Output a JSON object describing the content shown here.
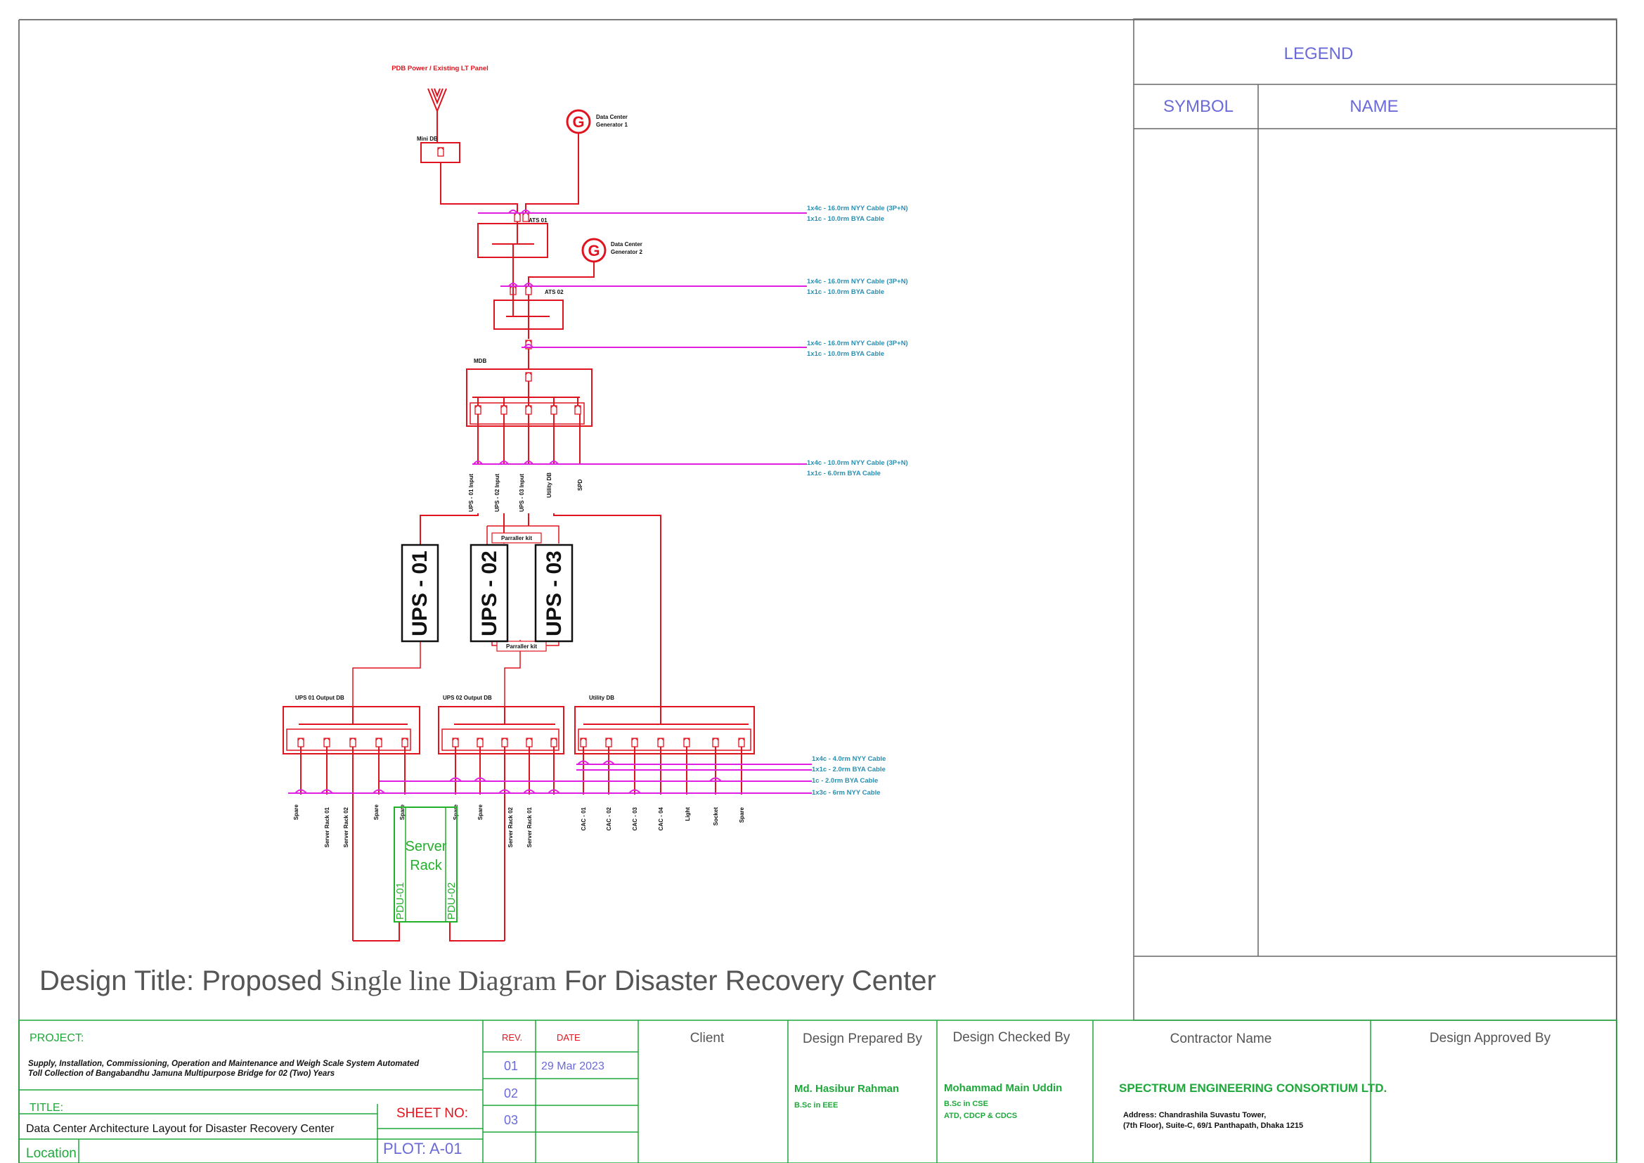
{
  "source": {
    "label": "PDB Power / Existing LT Panel",
    "mini_db": "Mini DB"
  },
  "generators": [
    {
      "symbol": "G",
      "line1": "Data Center",
      "line2": "Generator 1"
    },
    {
      "symbol": "G",
      "line1": "Data Center",
      "line2": "Generator 2"
    }
  ],
  "ats": [
    "ATS 01",
    "ATS 02"
  ],
  "mdb": {
    "label": "MDB",
    "outgoings": [
      "UPS - 01 Input",
      "UPS - 02 Input",
      "UPS - 03 Input",
      "Utility DB",
      "SPD"
    ]
  },
  "cable_notes": [
    {
      "line1": "1x4c - 16.0rm NYY Cable (3P+N)",
      "line2": "1x1c - 10.0rm BYA Cable"
    },
    {
      "line1": "1x4c - 16.0rm NYY Cable (3P+N)",
      "line2": "1x1c - 10.0rm BYA Cable"
    },
    {
      "line1": "1x4c - 16.0rm NYY Cable (3P+N)",
      "line2": "1x1c - 10.0rm BYA Cable"
    },
    {
      "line1": "1x4c - 10.0rm NYY Cable (3P+N)",
      "line2": "1x1c - 6.0rm BYA Cable"
    }
  ],
  "distribution_cables": [
    "1x4c - 4.0rm NYY Cable",
    "1x1c - 2.0rm BYA Cable",
    "1c - 2.0rm BYA Cable",
    "1x3c - 6rm NYY Cable"
  ],
  "ups_units": [
    "UPS - 01",
    "UPS - 02",
    "UPS - 03"
  ],
  "paralleler_kit": "Parraller kit",
  "output_dbs": [
    {
      "label": "UPS 01 Output DB",
      "circuits": [
        "Spare",
        "Server Rack 01",
        "Server Rack 02",
        "Spare",
        "Spare"
      ]
    },
    {
      "label": "UPS 02 Output DB",
      "circuits": [
        "Spare",
        "Spare",
        "Server Rack 02",
        "Server Rack 01"
      ]
    },
    {
      "label": "Utility DB",
      "circuits": [
        "CAC - 01",
        "CAC - 02",
        "CAC - 03",
        "CAC - 04",
        "Light",
        "Socket",
        "Spare"
      ]
    }
  ],
  "server_rack": {
    "line1": "Server",
    "line2": "Rack",
    "pdu1": "PDU-01",
    "pdu2": "PDU-02"
  },
  "legend": {
    "title": "LEGEND",
    "col_symbol": "SYMBOL",
    "col_name": "NAME"
  },
  "design_title": {
    "prefix": "Design Title: Proposed ",
    "serif_part": "Single line Diagram",
    "suffix": " For Disaster Recovery Center"
  },
  "title_block": {
    "project_label": "PROJECT:",
    "project_text_1": "Supply, Installation, Commissioning, Operation and Maintenance and Weigh Scale System Automated",
    "project_text_2": "Toll Collection of Bangabandhu Jamuna Multipurpose Bridge for 02 (Two) Years",
    "title_label": "TITLE:",
    "title_text": "Data Center Architecture Layout for Disaster Recovery Center",
    "location_label": "Location",
    "sheet_no_label": "SHEET NO:",
    "plot": "PLOT: A-01",
    "rev_label": "REV.",
    "date_label": "DATE",
    "revisions": [
      {
        "rev": "01",
        "date": "29 Mar 2023"
      },
      {
        "rev": "02",
        "date": ""
      },
      {
        "rev": "03",
        "date": ""
      }
    ],
    "client_label": "Client",
    "prepared_label": "Design Prepared By",
    "prepared_name": "Md. Hasibur Rahman",
    "prepared_qual": "B.Sc in EEE",
    "checked_label": "Design Checked By",
    "checked_name": "Mohammad Main Uddin",
    "checked_qual_1": "B.Sc in CSE",
    "checked_qual_2": "ATD, CDCP & CDCS",
    "contractor_label": "Contractor Name",
    "contractor_name": "SPECTRUM ENGINEERING CONSORTIUM LTD.",
    "contractor_addr_1": "Address: Chandrashila Suvastu Tower,",
    "contractor_addr_2": "(7th Floor), Suite-C, 69/1 Panthapath, Dhaka 1215",
    "approved_label": "Design Approved By"
  },
  "colors": {
    "power": "#e0141e",
    "cable": "#e020e0",
    "note": "#2a8fb0",
    "legend": "#6a6ad8",
    "block": "#1ea83a",
    "rack": "#22b02a"
  }
}
